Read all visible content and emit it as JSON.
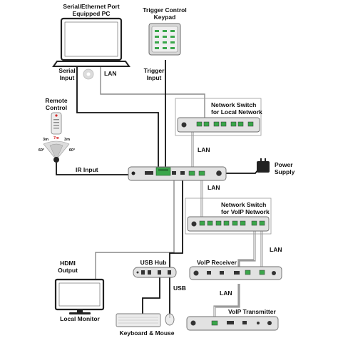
{
  "labels": {
    "pc": [
      "Serial/Ethernet Port",
      "Equipped PC"
    ],
    "keypad": [
      "Trigger Control",
      "Keypad"
    ],
    "serial_input": [
      "Serial",
      "Input"
    ],
    "lan_pc": "LAN",
    "trigger_input": [
      "Trigger",
      "Input"
    ],
    "remote": [
      "Remote",
      "Control"
    ],
    "ir_angle_left": "3m",
    "ir_angle_mid": "7m",
    "ir_angle_right": "3m",
    "ir_deg_left": "60°",
    "ir_deg_right": "60°",
    "ir_input": "IR Input",
    "switch_local": [
      "Network Switch",
      "for Local Network"
    ],
    "lan_local": "LAN",
    "power": [
      "Power",
      "Supply"
    ],
    "lan_voip": "LAN",
    "switch_voip": [
      "Network Switch",
      "for VoIP Network"
    ],
    "hdmi": [
      "HDMI",
      "Output"
    ],
    "usb_hub": "USB Hub",
    "voip_receiver": "VoIP Receiver",
    "lan_receiver": "LAN",
    "usb": "USB",
    "lan_transmitter": "LAN",
    "voip_transmitter": "VoIP Transmitter",
    "local_monitor": "Local Monitor",
    "keyboard_mouse": "Keyboard & Mouse"
  },
  "colors": {
    "device_body": "#e2e2e2",
    "device_edge": "#6d6d6d",
    "port_green": "#3aa64a",
    "accent_red": "#d42a2a",
    "cable_black": "#111111",
    "cable_grey": "#8a8a8a"
  }
}
